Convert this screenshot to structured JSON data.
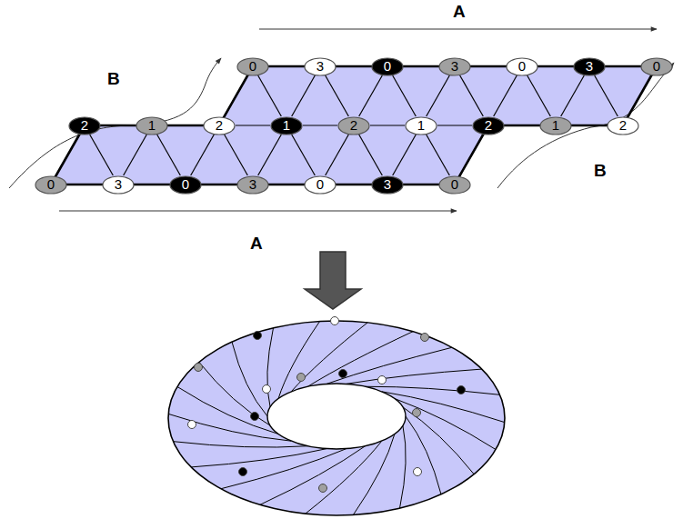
{
  "diagram": {
    "nodes": [
      {
        "text": [
          "0"
        ]
      },
      {
        "text": [
          "3"
        ]
      },
      {
        "text": [
          "0"
        ]
      },
      {
        "text": [
          "3"
        ]
      },
      {
        "text": [
          "0"
        ]
      },
      {
        "text": [
          "3"
        ]
      },
      {
        "text": [
          "0"
        ]
      },
      {
        "text": [
          "2"
        ]
      },
      {
        "text": [
          "1"
        ]
      },
      {
        "text": [
          "2"
        ]
      },
      {
        "text": [
          "1"
        ]
      },
      {
        "text": [
          "2"
        ]
      },
      {
        "text": [
          "1"
        ]
      },
      {
        "text": [
          "2"
        ]
      },
      {
        "text": [
          "1"
        ]
      },
      {
        "text": [
          "2"
        ]
      },
      {
        "text": [
          "0"
        ]
      },
      {
        "text": [
          "3"
        ]
      },
      {
        "text": [
          "0"
        ]
      },
      {
        "text": [
          "3"
        ]
      },
      {
        "text": [
          "0"
        ]
      },
      {
        "text": [
          "3"
        ]
      },
      {
        "text": [
          "0"
        ]
      }
    ],
    "edges": [
      {
        "from": 0,
        "to": 1,
        "arrow": "none"
      },
      {
        "from": 1,
        "to": 2,
        "arrow": "none"
      },
      {
        "from": 2,
        "to": 3,
        "arrow": "none"
      },
      {
        "from": 3,
        "to": 4,
        "arrow": "none"
      },
      {
        "from": 4,
        "to": 5,
        "arrow": "none"
      },
      {
        "from": 5,
        "to": 6,
        "arrow": "none"
      },
      {
        "from": 7,
        "to": 8,
        "arrow": "none"
      },
      {
        "from": 8,
        "to": 9,
        "arrow": "none"
      },
      {
        "from": 9,
        "to": 10,
        "arrow": "none"
      },
      {
        "from": 10,
        "to": 11,
        "arrow": "none"
      },
      {
        "from": 11,
        "to": 12,
        "arrow": "none"
      },
      {
        "from": 12,
        "to": 13,
        "arrow": "none"
      },
      {
        "from": 13,
        "to": 14,
        "arrow": "none"
      },
      {
        "from": 14,
        "to": 15,
        "arrow": "none"
      },
      {
        "from": 16,
        "to": 17,
        "arrow": "none"
      },
      {
        "from": 17,
        "to": 18,
        "arrow": "none"
      },
      {
        "from": 18,
        "to": 19,
        "arrow": "none"
      },
      {
        "from": 19,
        "to": 20,
        "arrow": "none"
      },
      {
        "from": 20,
        "to": 21,
        "arrow": "none"
      },
      {
        "from": 21,
        "to": 22,
        "arrow": "none"
      },
      {
        "from": 0,
        "to": 9,
        "arrow": "none"
      },
      {
        "from": 0,
        "to": 10,
        "arrow": "none"
      },
      {
        "from": 1,
        "to": 10,
        "arrow": "none"
      },
      {
        "from": 1,
        "to": 11,
        "arrow": "none"
      },
      {
        "from": 2,
        "to": 11,
        "arrow": "none"
      },
      {
        "from": 2,
        "to": 12,
        "arrow": "none"
      },
      {
        "from": 3,
        "to": 12,
        "arrow": "none"
      },
      {
        "from": 3,
        "to": 13,
        "arrow": "none"
      },
      {
        "from": 4,
        "to": 13,
        "arrow": "none"
      },
      {
        "from": 4,
        "to": 14,
        "arrow": "none"
      },
      {
        "from": 5,
        "to": 14,
        "arrow": "none"
      },
      {
        "from": 5,
        "to": 15,
        "arrow": "none"
      },
      {
        "from": 6,
        "to": 15,
        "arrow": "none"
      },
      {
        "from": 7,
        "to": 16,
        "arrow": "none"
      },
      {
        "from": 7,
        "to": 17,
        "arrow": "none"
      },
      {
        "from": 8,
        "to": 17,
        "arrow": "none"
      },
      {
        "from": 8,
        "to": 18,
        "arrow": "none"
      },
      {
        "from": 9,
        "to": 18,
        "arrow": "none"
      },
      {
        "from": 9,
        "to": 19,
        "arrow": "none"
      },
      {
        "from": 10,
        "to": 19,
        "arrow": "none"
      },
      {
        "from": 10,
        "to": 20,
        "arrow": "none"
      },
      {
        "from": 11,
        "to": 20,
        "arrow": "none"
      },
      {
        "from": 11,
        "to": 21,
        "arrow": "none"
      },
      {
        "from": 12,
        "to": 21,
        "arrow": "none"
      },
      {
        "from": 12,
        "to": 22,
        "arrow": "none"
      },
      {
        "from": 13,
        "to": 22,
        "arrow": "none"
      }
    ],
    "labels": [
      "A",
      "B",
      "B",
      "A"
    ]
  }
}
